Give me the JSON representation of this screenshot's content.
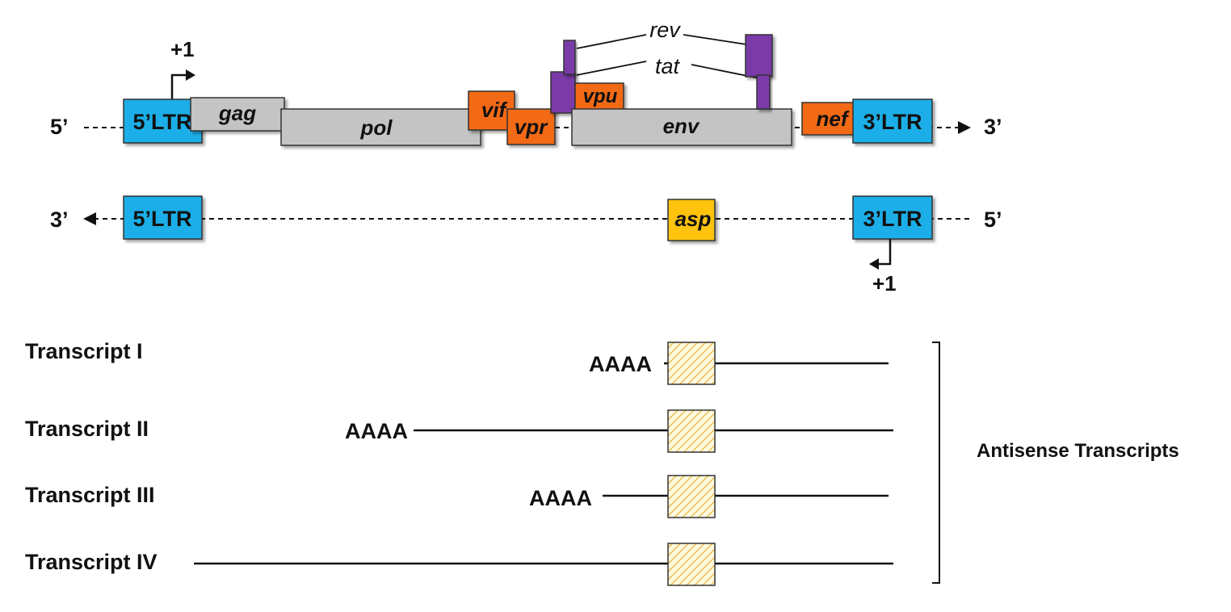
{
  "sense_strand": {
    "end_left": "5’",
    "end_right": "3’",
    "tss_label": "+1",
    "genes": {
      "ltr5": "5’LTR",
      "gag": "gag",
      "pol": "pol",
      "vif": "vif",
      "vpr": "vpr",
      "vpu": "vpu",
      "env": "env",
      "nef": "nef",
      "ltr3": "3’LTR",
      "rev": "rev",
      "tat": "tat"
    }
  },
  "antisense_strand": {
    "end_left": "3’",
    "end_right": "5’",
    "tss_label": "+1",
    "genes": {
      "ltr5": "5’LTR",
      "asp": "asp",
      "ltr3": "3’LTR"
    }
  },
  "transcripts": [
    {
      "label": "Transcript I",
      "polya": "AAAA"
    },
    {
      "label": "Transcript II",
      "polya": "AAAA"
    },
    {
      "label": "Transcript III",
      "polya": "AAAA"
    },
    {
      "label": "Transcript IV",
      "polya": ""
    }
  ],
  "group_label": "Antisense Transcripts",
  "colors": {
    "ltr": "#1eaee8",
    "structural": "#c4c4c4",
    "accessory": "#f26a12",
    "regulatory": "#7a3aa8",
    "asp": "#ffc20e",
    "asp_hatch": "#e6b43a"
  }
}
